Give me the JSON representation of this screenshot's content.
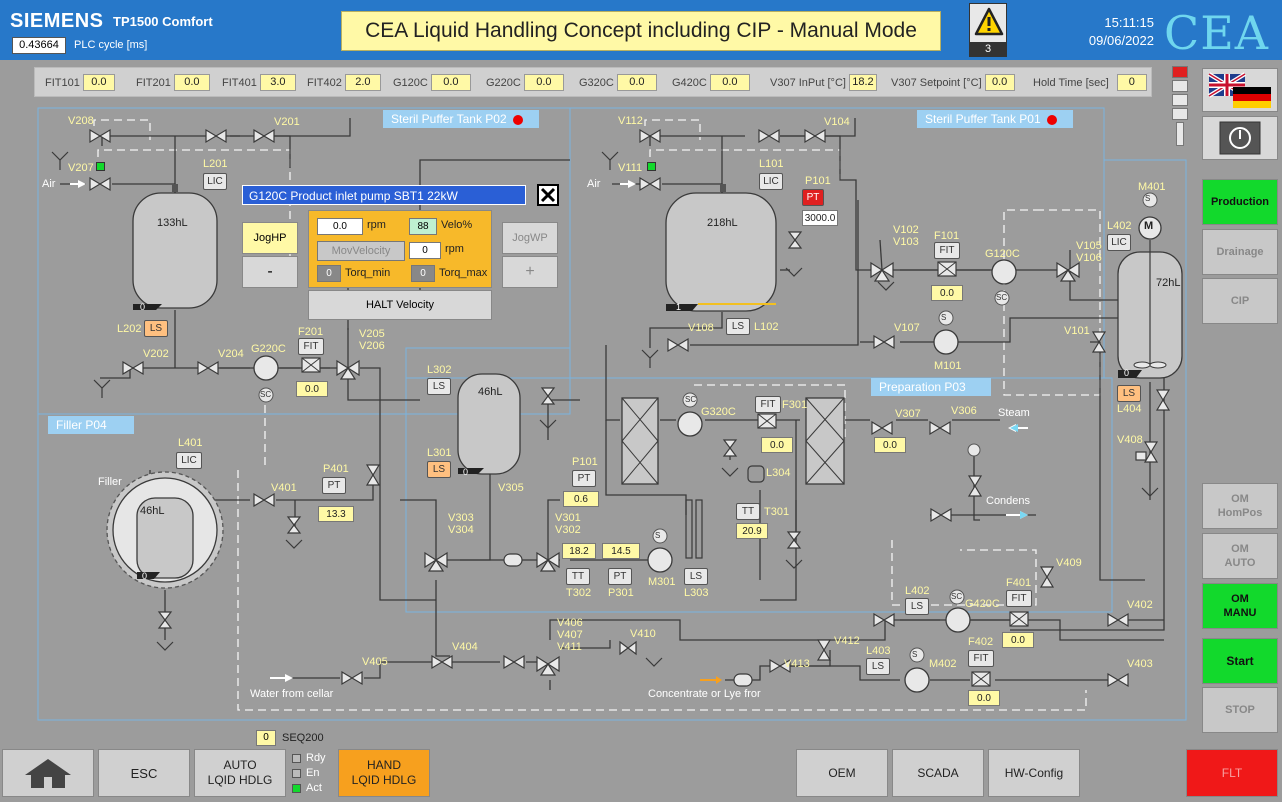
{
  "header": {
    "brand": "SIEMENS",
    "model": "TP1500 Comfort",
    "plc_cycle_value": "0.43664",
    "plc_cycle_label": "PLC cycle [ms]",
    "title": "CEA Liquid Handling Concept including CIP - Manual Mode",
    "alarm_count": "3",
    "time": "15:11:15",
    "date": "09/06/2022",
    "logo": "CEA"
  },
  "process_values": [
    {
      "label": "FIT101",
      "value": "0.0"
    },
    {
      "label": "FIT201",
      "value": "0.0"
    },
    {
      "label": "FIT401",
      "value": "3.0"
    },
    {
      "label": "FIT402",
      "value": "2.0"
    },
    {
      "label": "G120C",
      "value": "0.0"
    },
    {
      "label": "G220C",
      "value": "0.0"
    },
    {
      "label": "G320C",
      "value": "0.0"
    },
    {
      "label": "G420C",
      "value": "0.0"
    },
    {
      "label": "V307 InPut [°C]",
      "value": "18.2"
    },
    {
      "label": "V307 Setpoint [°C]",
      "value": "0.0"
    },
    {
      "label": "Hold Time [sec]",
      "value": "0"
    }
  ],
  "sections": {
    "p02": "Steril Puffer Tank P02",
    "p01": "Steril Puffer Tank P01",
    "p03": "Preparation P03",
    "p04": "Filler P04"
  },
  "tags": {
    "v208": "V208",
    "v201": "V201",
    "v207": "V207",
    "l201": "L201",
    "lic": "LIC",
    "air": "Air",
    "tank_p02": "133hL",
    "tank_p02_level": "0",
    "l202": "L202",
    "ls": "LS",
    "v202": "V202",
    "v204": "V204",
    "g220c": "G220C",
    "sc": "SC",
    "f201": "F201",
    "fit": "FIT",
    "v205": "V205",
    "v206": "V206",
    "f201_val": "0.0",
    "v112": "V112",
    "v104": "V104",
    "v111": "V111",
    "l101": "L101",
    "p101": "P101",
    "pt": "PT",
    "p101_val": "3000.0",
    "tank_p01": "218hL",
    "tank_p01_level": "1",
    "v108": "V108",
    "l102": "L102",
    "v102": "V102",
    "v103": "V103",
    "f101": "F101",
    "f101_val": "0.0",
    "g120c": "G120C",
    "v105": "V105",
    "v106": "V106",
    "l402": "L402",
    "m401": "M401",
    "m": "M",
    "s": "S",
    "tank_p03": "72hL",
    "tank_p03_level": "0",
    "v107": "V107",
    "m101": "M101",
    "v101": "V101",
    "l404": "L404",
    "v408": "V408",
    "l302": "L302",
    "tank_l302": "46hL",
    "l301": "L301",
    "tank_l301_level": "0",
    "v305": "V305",
    "p101b": "P101",
    "p101b_val": "0.6",
    "g320c": "G320C",
    "f301": "F301",
    "f301_val": "0.0",
    "l304": "L304",
    "v307": "V307",
    "v307_val": "0.0",
    "v306": "V306",
    "steam": "Steam",
    "condens": "Condens",
    "tt": "TT",
    "t301": "T301",
    "t301_val": "20.9",
    "v303": "V303",
    "v304": "V304",
    "v301": "V301",
    "v302": "V302",
    "t302_val": "18.2",
    "p301_val": "14.5",
    "t302": "T302",
    "p301": "P301",
    "m301": "M301",
    "l303": "L303",
    "l401": "L401",
    "filler": "Filler",
    "filler_tank": "46hL",
    "filler_level": "0",
    "v401": "V401",
    "p401": "P401",
    "p401_val": "13.3",
    "v409": "V409",
    "l402b": "L402",
    "g420c": "G420C",
    "f401": "F401",
    "f401_val": "0.0",
    "v402": "V402",
    "v405": "V405",
    "v404": "V404",
    "v406": "V406",
    "v407": "V407",
    "v411": "V411",
    "v410": "V410",
    "v412": "V412",
    "v413": "V413",
    "l403": "L403",
    "m402": "M402",
    "f402": "F402",
    "f402_val": "0.0",
    "v403": "V403",
    "water": "Water from cellar",
    "concentrate": "Concentrate or Lye fror"
  },
  "popup": {
    "title": "G120C Product inlet pump SBT1 22kW",
    "jog_hp": "JogHP",
    "minus": "-",
    "jog_wp": "JogWP",
    "plus": "+",
    "rpm_value": "0.0",
    "rpm_label": "rpm",
    "velo_value": "88",
    "velo_label": "Velo%",
    "mov_velocity": "MovVelocity",
    "set_rpm_value": "0",
    "set_rpm_label": "rpm",
    "torq_min_value": "0",
    "torq_min_label": "Torq_min",
    "torq_max_value": "0",
    "torq_max_label": "Torq_max",
    "halt": "HALT Velocity"
  },
  "right_panel": {
    "production": "Production",
    "drainage": "Drainage",
    "cip": "CIP",
    "om_hompos": "OM\nHomPos",
    "om_auto": "OM\nAUTO",
    "om_manu": "OM\nMANU",
    "start": "Start",
    "stop": "STOP"
  },
  "bottom": {
    "esc": "ESC",
    "auto": "AUTO\nLQID HDLG",
    "hand": "HAND\nLQID HDLG",
    "seq_value": "0",
    "seq_label": "SEQ200",
    "rdy": "Rdy",
    "en": "En",
    "act": "Act",
    "oem": "OEM",
    "scada": "SCADA",
    "hw_config": "HW-Config",
    "flt": "FLT"
  },
  "colors": {
    "header_blue": "#2778c9",
    "value_yellow": "#fff9a6",
    "section_blue": "#9dd0f2",
    "popup_orange": "#f7b92a",
    "active_green": "#12d92c",
    "hand_orange": "#f7a01e",
    "fault_red": "#f01818"
  }
}
